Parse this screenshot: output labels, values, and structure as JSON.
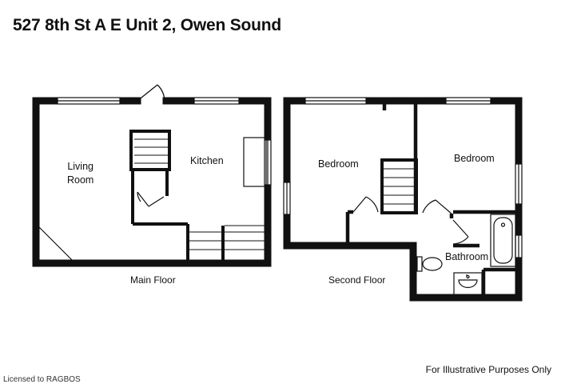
{
  "header": {
    "title": "527 8th St A E Unit 2, Owen Sound"
  },
  "floors": [
    {
      "label": "Main Floor",
      "rooms": [
        {
          "name": "Living Room",
          "lines": [
            "Living",
            "Room"
          ]
        },
        {
          "name": "Kitchen",
          "lines": [
            "Kitchen"
          ]
        }
      ]
    },
    {
      "label": "Second Floor",
      "rooms": [
        {
          "name": "Bedroom",
          "lines": [
            "Bedroom"
          ]
        },
        {
          "name": "Bedroom",
          "lines": [
            "Bedroom"
          ]
        },
        {
          "name": "Bathroom",
          "lines": [
            "Bathroom"
          ]
        }
      ]
    }
  ],
  "footer": {
    "disclaimer": "For Illustrative Purposes Only",
    "license": "Licensed to RAGBOS"
  },
  "colors": {
    "wall": "#111111",
    "background": "#ffffff",
    "fixture": "#555555"
  }
}
